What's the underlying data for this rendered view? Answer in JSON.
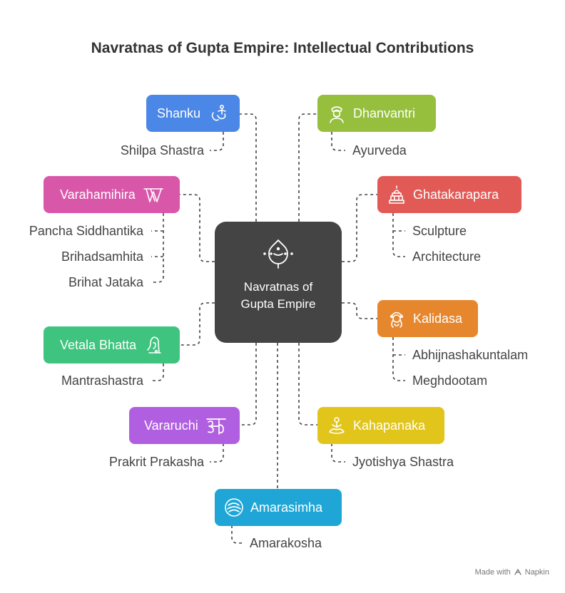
{
  "title": "Navratnas of Gupta Empire: Intellectual Contributions",
  "hub": {
    "label": "Navratnas of Gupta Empire",
    "icon": "lotus-icon",
    "color": "#444444"
  },
  "nodes": [
    {
      "id": "shanku",
      "label": "Shanku",
      "color": "#4B87E6",
      "icon": "dancer-icon",
      "subs": [
        "Shilpa Shastra"
      ]
    },
    {
      "id": "dhanvantri",
      "label": "Dhanvantri",
      "color": "#95BF3C",
      "icon": "physician-icon",
      "subs": [
        "Ayurveda"
      ]
    },
    {
      "id": "varahamihira",
      "label": "Varahamihira",
      "color": "#D957A9",
      "icon": "script-w-icon",
      "subs": [
        "Pancha Siddhantika",
        "Brihadsamhita",
        "Brihat Jataka"
      ]
    },
    {
      "id": "ghatakarapara",
      "label": "Ghatakarapara",
      "color": "#E25A55",
      "icon": "temple-icon",
      "subs": [
        "Sculpture",
        "Architecture"
      ]
    },
    {
      "id": "kalidasa",
      "label": "Kalidasa",
      "color": "#E6872E",
      "icon": "poet-icon",
      "subs": [
        "Abhijnashakuntalam",
        "Meghdootam"
      ]
    },
    {
      "id": "vetala-bhatta",
      "label": "Vetala Bhatta",
      "color": "#3EC47E",
      "icon": "mantra-icon",
      "subs": [
        "Mantrashastra"
      ]
    },
    {
      "id": "vararuchi",
      "label": "Vararuchi",
      "color": "#B05FE0",
      "icon": "devanagari-a-icon",
      "subs": [
        "Prakrit Prakasha"
      ]
    },
    {
      "id": "kahapanaka",
      "label": "Kahapanaka",
      "color": "#E1C51B",
      "icon": "meditation-icon",
      "subs": [
        "Jyotishya Shastra"
      ]
    },
    {
      "id": "amarasimha",
      "label": "Amarasimha",
      "color": "#1FA6D6",
      "icon": "swirl-icon",
      "subs": [
        "Amarakosha"
      ]
    }
  ],
  "credit": {
    "text": "Made with",
    "brand": "Napkin",
    "icon": "napkin-logo-icon"
  }
}
